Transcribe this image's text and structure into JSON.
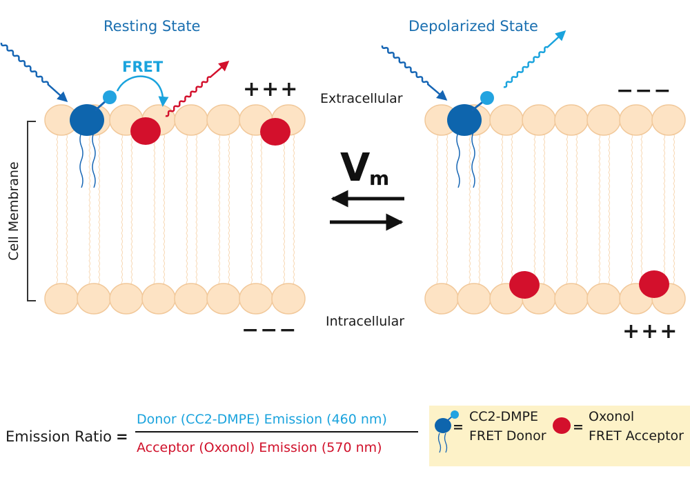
{
  "titles": {
    "resting": "Resting State",
    "depolarized": "Depolarized State"
  },
  "labels": {
    "fret": "FRET",
    "extracellular": "Extracellular",
    "intracellular": "Intracellular",
    "cell_membrane": "Cell Membrane",
    "vm_main": "V",
    "vm_sub": "m"
  },
  "charges": {
    "resting_top": "+++",
    "resting_bottom": "−−−",
    "depolarized_top": "−−−",
    "depolarized_bottom": "+++"
  },
  "equation": {
    "label": "Emission Ratio",
    "equals": "=",
    "numerator": "Donor (CC2-DMPE) Emission (460 nm)",
    "denominator": "Acceptor (Oxonol) Emission (570 nm)"
  },
  "legend": {
    "donor_line1": "CC2-DMPE",
    "donor_line2": "FRET Donor",
    "acceptor_line1": "Oxonol",
    "acceptor_line2": "FRET Acceptor",
    "equals": "="
  },
  "colors": {
    "lipid_fill": "#fde3c4",
    "lipid_stroke": "#f1c89a",
    "donor": "#0e65ad",
    "donor_head": "#22a3e0",
    "acceptor": "#d3102c",
    "excitation": "#1565b4",
    "emission_blue": "#1aa3dd",
    "emission_red": "#d3102c",
    "legend_bg": "#fdf2c8"
  }
}
